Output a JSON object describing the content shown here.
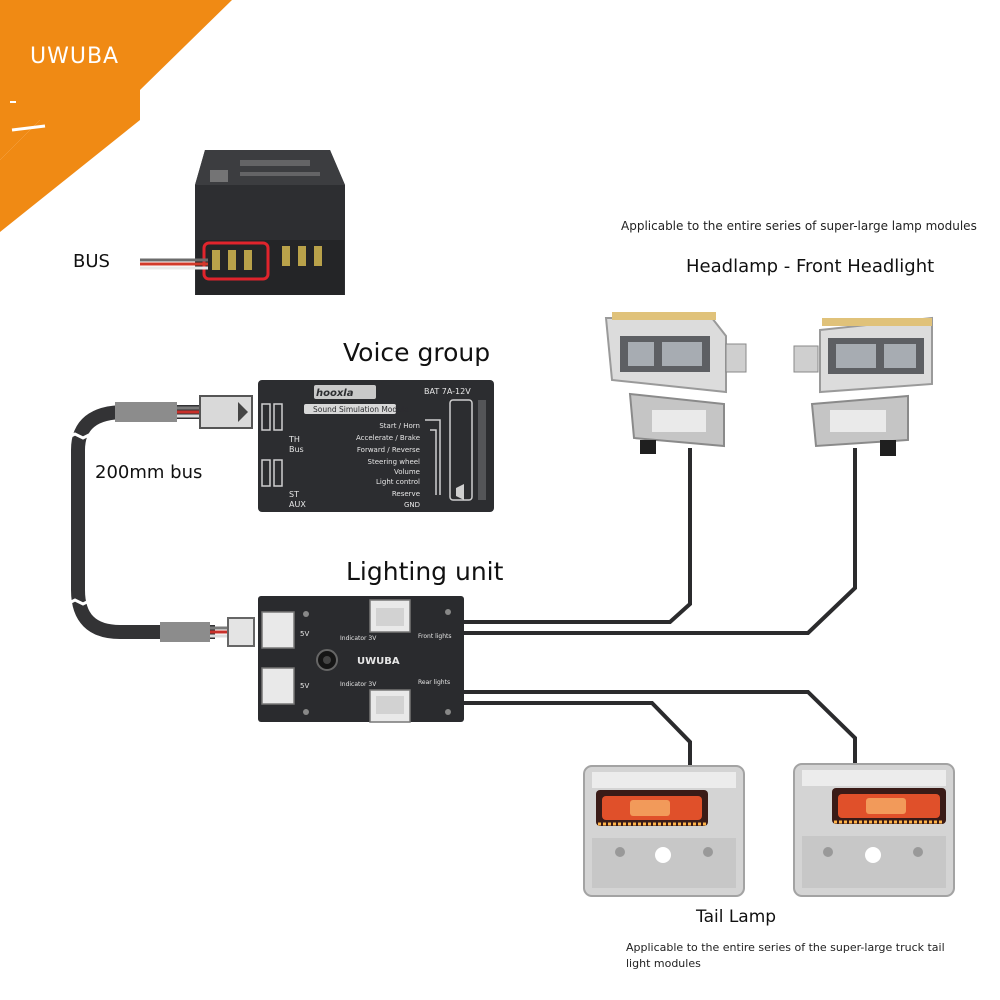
{
  "brand": {
    "name": "UWUBA",
    "color": "#f08a14"
  },
  "labels": {
    "bus": "BUS",
    "voice_group": "Voice group",
    "bus_length": "200mm bus",
    "lighting_unit": "Lighting unit",
    "headlamp_note": "Applicable to the entire series of super-large lamp modules",
    "headlamp_title": "Headlamp - Front Headlight",
    "tail_title": "Tail Lamp",
    "tail_note": "Applicable to the entire series of the super-large truck tail light modules"
  },
  "sound_module": {
    "logo": "hooxla",
    "title": "Sound Simulation Module",
    "battery": "BAT 7A-12V",
    "left_ports": [
      "TH",
      "Bus",
      "ST",
      "AUX"
    ],
    "functions": [
      "Start / Horn",
      "Accelerate / Brake",
      "Forward / Reverse",
      "Steering wheel",
      "Volume",
      "Light control",
      "Reserve",
      "GND"
    ]
  },
  "light_module": {
    "brand": "UWUBA",
    "port_5v_top": "5V",
    "port_5v_bottom": "5V",
    "indicator_top": "Indicator 3V",
    "indicator_bottom": "Indicator 3V",
    "front_label": "Front lights",
    "rear_label": "Rear lights"
  }
}
